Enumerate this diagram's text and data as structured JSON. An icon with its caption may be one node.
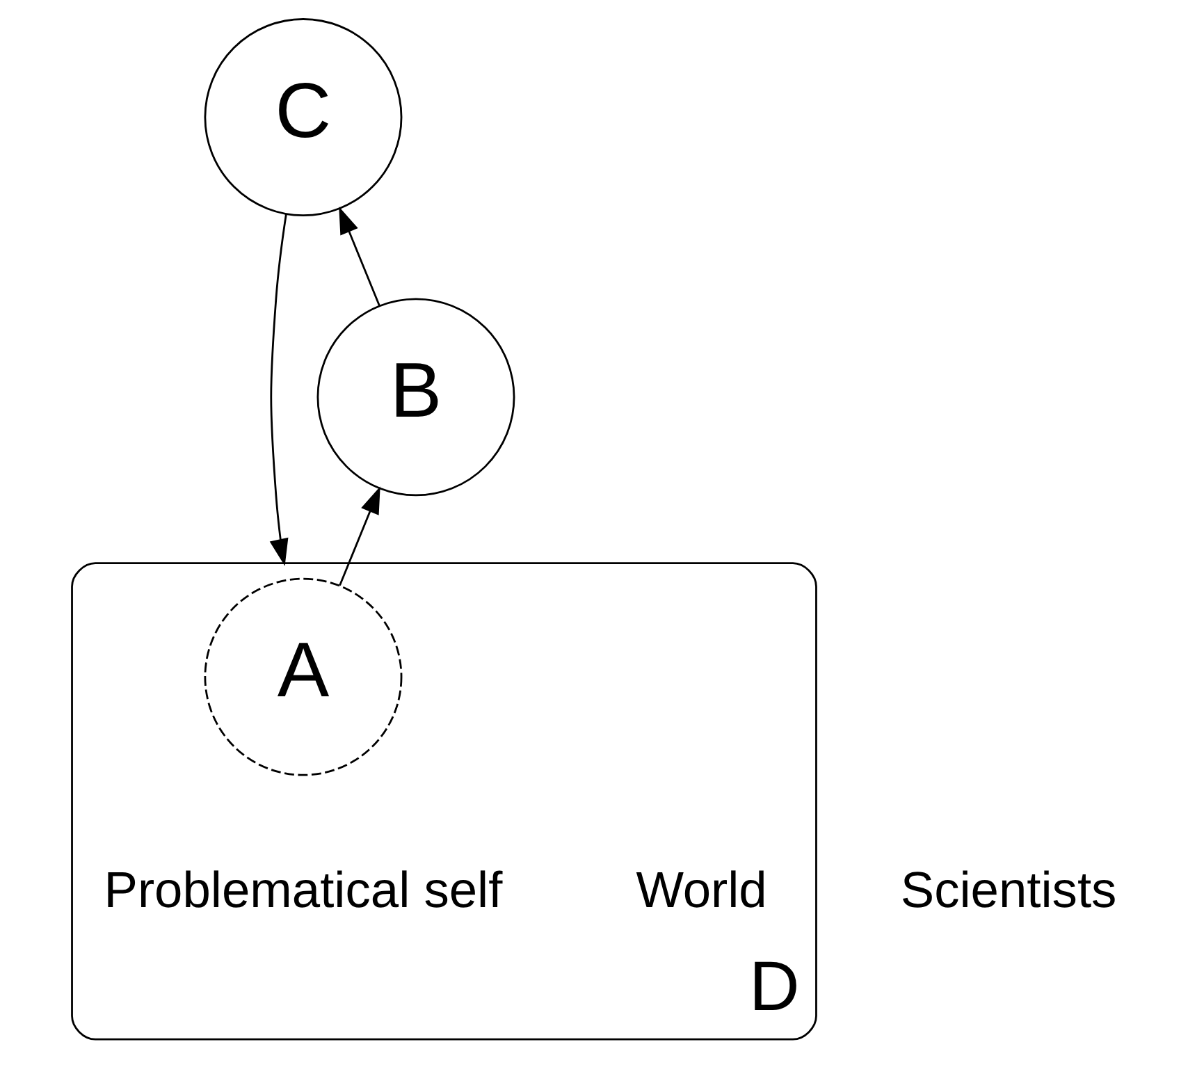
{
  "diagram": {
    "nodes": [
      {
        "text": [
          "B"
        ]
      },
      {
        "text": [
          "C"
        ]
      },
      {
        "text": [
          "D"
        ],
        "beside": [
          "World"
        ]
      },
      {
        "text": [
          "A"
        ],
        "in": 2,
        "beside": [
          "Problematical self"
        ]
      }
    ],
    "edges": [
      {
        "from": 0,
        "to": 1,
        "arrow": "to"
      },
      {
        "from": 1,
        "to": 2,
        "arrow": "to"
      },
      {
        "from": 3,
        "to": 0,
        "arrow": "to"
      }
    ],
    "labels": [
      "Scientists"
    ]
  }
}
